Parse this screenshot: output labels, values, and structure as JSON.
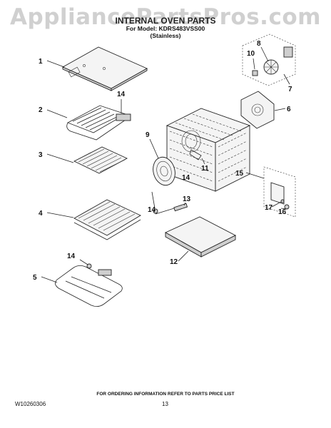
{
  "watermark": "AppliancePartsPros.com",
  "title": "INTERNAL OVEN PARTS",
  "subtitle_model": "For Model: KDRS483VSS00",
  "subtitle_finish": "(Stainless)",
  "order_note": "FOR ORDERING INFORMATION REFER TO PARTS PRICE LIST",
  "doc_number": "W10260306",
  "page_number": "13",
  "callouts": {
    "c1": "1",
    "c2": "2",
    "c3": "3",
    "c4": "4",
    "c5": "5",
    "c6": "6",
    "c7": "7",
    "c8": "8",
    "c9": "9",
    "c10": "10",
    "c11": "11",
    "c12": "12",
    "c13": "13",
    "c14a": "14",
    "c14b": "14",
    "c14c": "14",
    "c14d": "14",
    "c15": "15",
    "c16": "16",
    "c17": "17"
  }
}
